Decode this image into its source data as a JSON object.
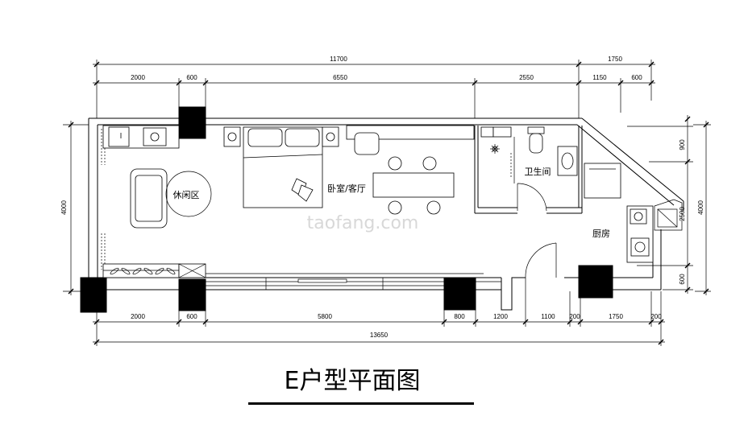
{
  "title": "E户型平面图",
  "watermark": "taofang.com",
  "rooms": {
    "leisure": "休闲区",
    "bedroom_living": "卧室/客厅",
    "bathroom": "卫生间",
    "kitchen": "厨房"
  },
  "dimensions": {
    "top_overall": [
      "11700",
      "1750"
    ],
    "top_detail": [
      "2000",
      "600",
      "6550",
      "2550",
      "1150",
      "600"
    ],
    "bottom_detail": [
      "2000",
      "600",
      "5800",
      "800",
      "1200",
      "1100",
      "200",
      "1750",
      "200"
    ],
    "bottom_overall": [
      "13650"
    ],
    "left": [
      "4000"
    ],
    "right_detail": [
      "900",
      "2500",
      "600"
    ],
    "right_overall": [
      "4000"
    ]
  },
  "colors": {
    "background": "#ffffff",
    "line": "#000000",
    "watermark": "#d8d8d8"
  }
}
